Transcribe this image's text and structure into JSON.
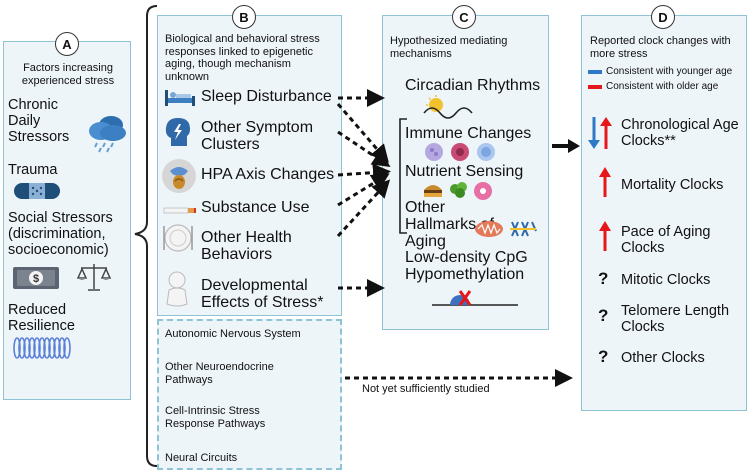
{
  "panel_a": {
    "label": "A",
    "header": "Factors increasing experienced stress",
    "items": [
      "Chronic Daily Stressors",
      "Trauma",
      "Social Stressors (discrimination, socioeconomic)",
      "Reduced Resilience"
    ]
  },
  "panel_b": {
    "label": "B",
    "header": "Biological and behavioral stress responses linked to epigenetic aging, though mechanism unknown",
    "items": [
      "Sleep Disturbance",
      "Other Symptom Clusters",
      "HPA Axis Changes",
      "Substance Use",
      "Other Health Behaviors",
      "Developmental Effects of Stress*"
    ],
    "unstudied": [
      "Autonomic Nervous System",
      "Other Neuroendocrine Pathways",
      "Cell-Intrinsic Stress Response Pathways",
      "Neural Circuits"
    ]
  },
  "panel_c": {
    "label": "C",
    "header": "Hypothesized mediating mechanisms",
    "items": [
      "Circadian Rhythms",
      "Immune Changes",
      "Nutrient Sensing",
      "Other Hallmarks of Aging",
      "Low-density CpG Hypomethylation"
    ]
  },
  "panel_d": {
    "label": "D",
    "header": "Reported clock changes with more stress",
    "legend_younger": "Consistent with younger age",
    "legend_older": "Consistent with older age",
    "items": [
      "Chronological Age Clocks**",
      "Mortality Clocks",
      "Pace of Aging Clocks",
      "Mitotic Clocks",
      "Telomere Length Clocks",
      "Other Clocks"
    ],
    "question_mark": "?"
  },
  "not_studied_label": "Not yet sufficiently studied",
  "colors": {
    "panel_fill": "#eef5f9",
    "panel_border": "#8ec3d6",
    "younger": "#2e79c7",
    "older": "#e5171b"
  },
  "icons": [
    "cloud-rain-icon",
    "bandage-icon",
    "dollar-bill-icon",
    "scales-icon",
    "spring-icon",
    "bed-icon",
    "head-storm-icon",
    "adrenal-icon",
    "cigarette-icon",
    "plate-icon",
    "baby-icon",
    "sun-moon-wave-icon",
    "immune-cells-icon",
    "food-icon",
    "mitochondria-dna-icon",
    "methyl-x-icon"
  ]
}
